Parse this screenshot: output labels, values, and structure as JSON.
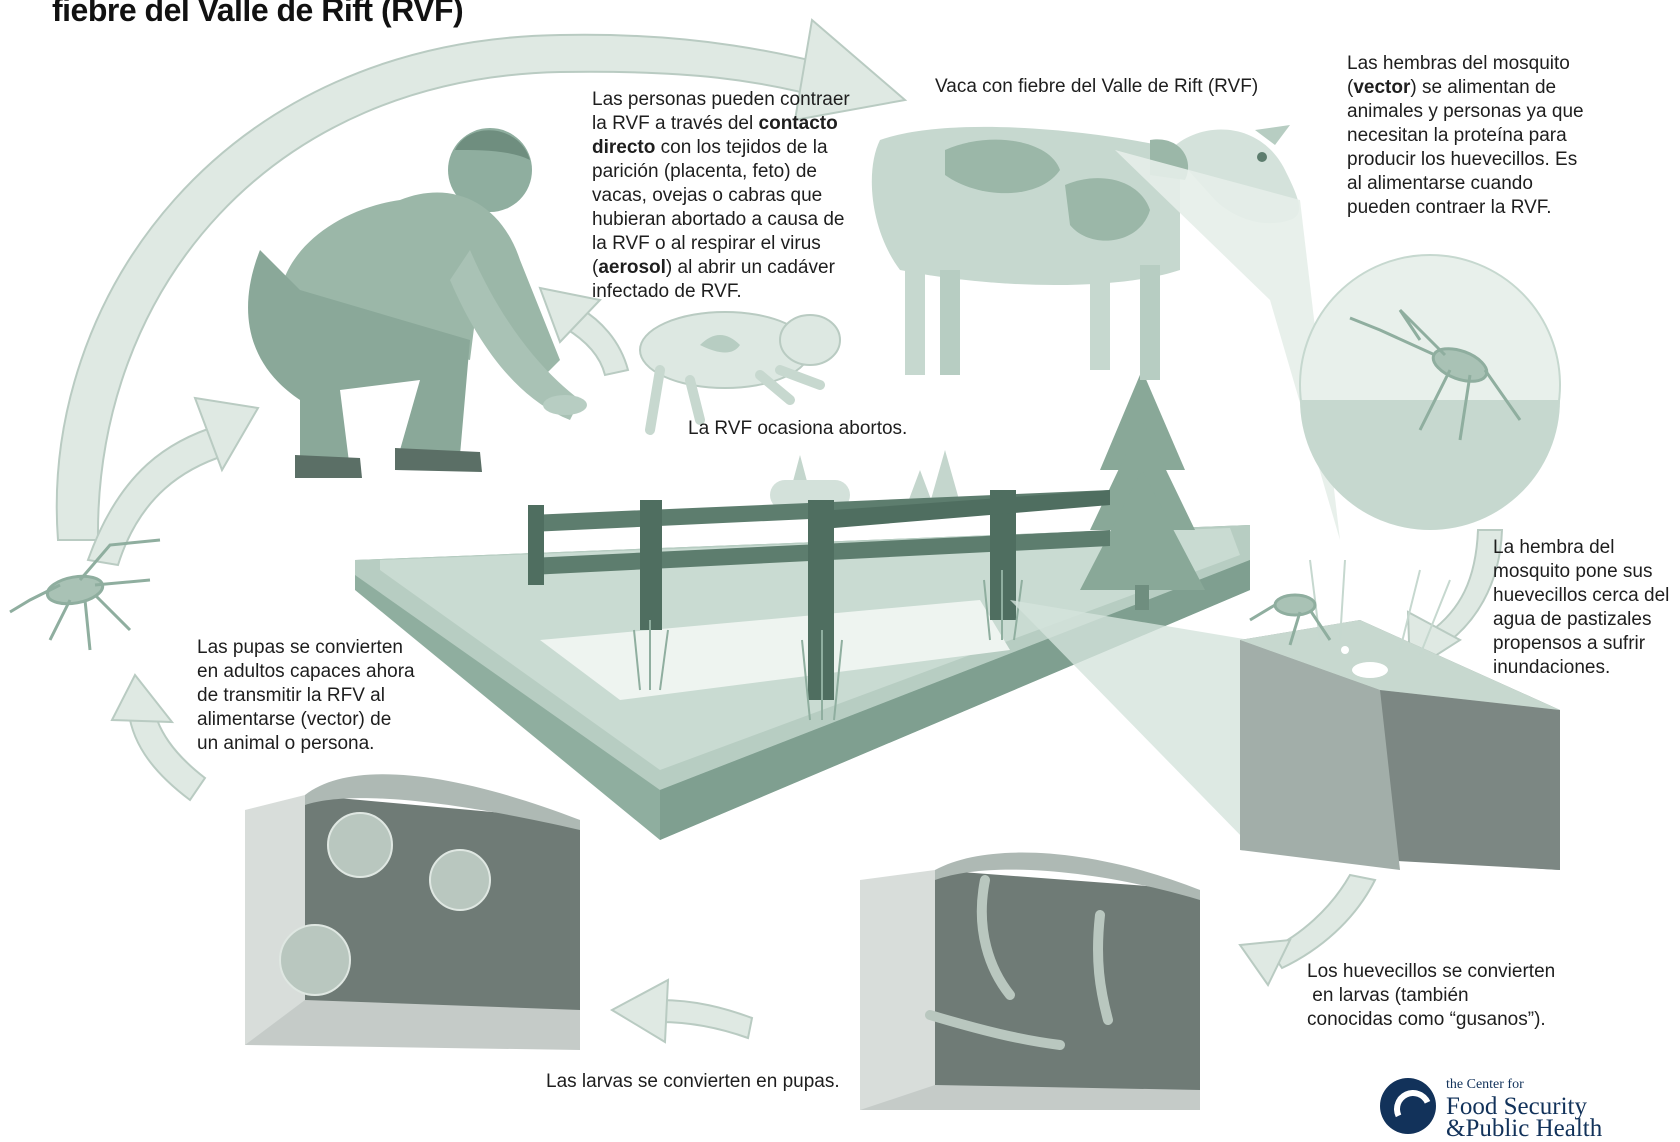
{
  "title": "fiebre del Valle de Rift (RVF)",
  "labels": {
    "cow": "Vaca con fiebre del Valle de Rift (RVF)",
    "people_1": "Las personas pueden contraer",
    "people_2": "la RVF a través del ",
    "people_2b": "contacto",
    "people_3b": "directo",
    "people_3": " con los tejidos de la",
    "people_4": "parición (placenta, feto) de",
    "people_5": "vacas, ovejas o cabras que",
    "people_6": "hubieran abortado a causa de",
    "people_7": "la RVF o al respirar el virus",
    "people_8a": "(",
    "people_8b": "aerosol",
    "people_8c": ") al abrir un cadáver",
    "people_9": "infectado de RVF.",
    "vector_1": "Las hembras del mosquito",
    "vector_2a": "(",
    "vector_2b": "vector",
    "vector_2c": ") se alimentan de",
    "vector_3": "animales y personas ya que",
    "vector_4": "necesitan la proteína para",
    "vector_5": "producir los huevecillos.  Es",
    "vector_6": "al alimentarse cuando",
    "vector_7": "pueden contraer la RVF.",
    "abortion": "La RVF ocasiona abortos.",
    "eggs_1": "La hembra del",
    "eggs_2": "mosquito pone sus",
    "eggs_3": "huevecillos cerca del",
    "eggs_4": "agua de pastizales",
    "eggs_5": "propensos a sufrir",
    "eggs_6": "inundaciones.",
    "pupae_1": "Las pupas se convierten",
    "pupae_2": "en adultos capaces ahora",
    "pupae_3": "de transmitir la RFV al",
    "pupae_4": "alimentarse (vector) de",
    "pupae_5": "un animal o persona.",
    "larvae_1": "Los huevecillos se convierten",
    "larvae_2": " en larvas (también",
    "larvae_3": "conocidas como “gusanos”).",
    "larvae_to_pupae": "Las larvas se convierten en pupas."
  },
  "logo": {
    "line1": "the Center for",
    "line2": "Food Security",
    "line3": "&Public Health"
  },
  "colors": {
    "dark_green": "#5f8474",
    "mid_green": "#93b1a2",
    "light_green": "#c6d8cf",
    "pale_green": "#e1ece6",
    "gray_block": "#7d8883",
    "logo_blue": "#12325a"
  }
}
